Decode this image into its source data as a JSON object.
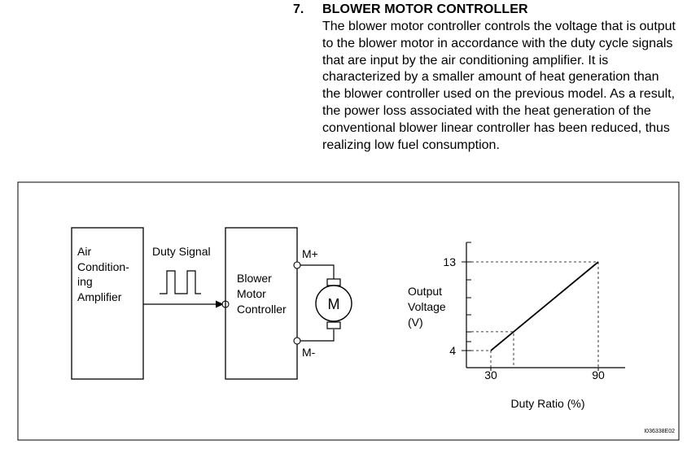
{
  "section": {
    "number": "7.",
    "title": "BLOWER MOTOR CONTROLLER",
    "body": "The blower motor controller controls the voltage that is output to the blower motor in accordance with the duty cycle signals that are input by the air conditioning amplifier. It is characterized by a smaller amount of heat generation than the blower controller used on the previous model. As a result, the power loss associated with the heat generation of the conventional blower linear controller has been reduced, thus realizing low fuel consumption."
  },
  "diagram": {
    "amplifier_label": [
      "Air",
      "Condition-",
      "ing",
      "Amplifier"
    ],
    "duty_signal_label": "Duty Signal",
    "controller_label": [
      "Blower",
      "Motor",
      "Controller"
    ],
    "terminal_plus": "M+",
    "terminal_minus": "M-",
    "motor_label": "M",
    "figure_code": "I036338E02"
  },
  "chart_data": {
    "type": "line",
    "ylabel": [
      "Output",
      "Voltage",
      "(V)"
    ],
    "xlabel": "Duty Ratio (%)",
    "x_ticks": [
      30,
      90
    ],
    "y_ticks": [
      4,
      13
    ],
    "series": [
      {
        "x": [
          30,
          90
        ],
        "y": [
          4,
          13
        ]
      }
    ],
    "grid": false
  }
}
